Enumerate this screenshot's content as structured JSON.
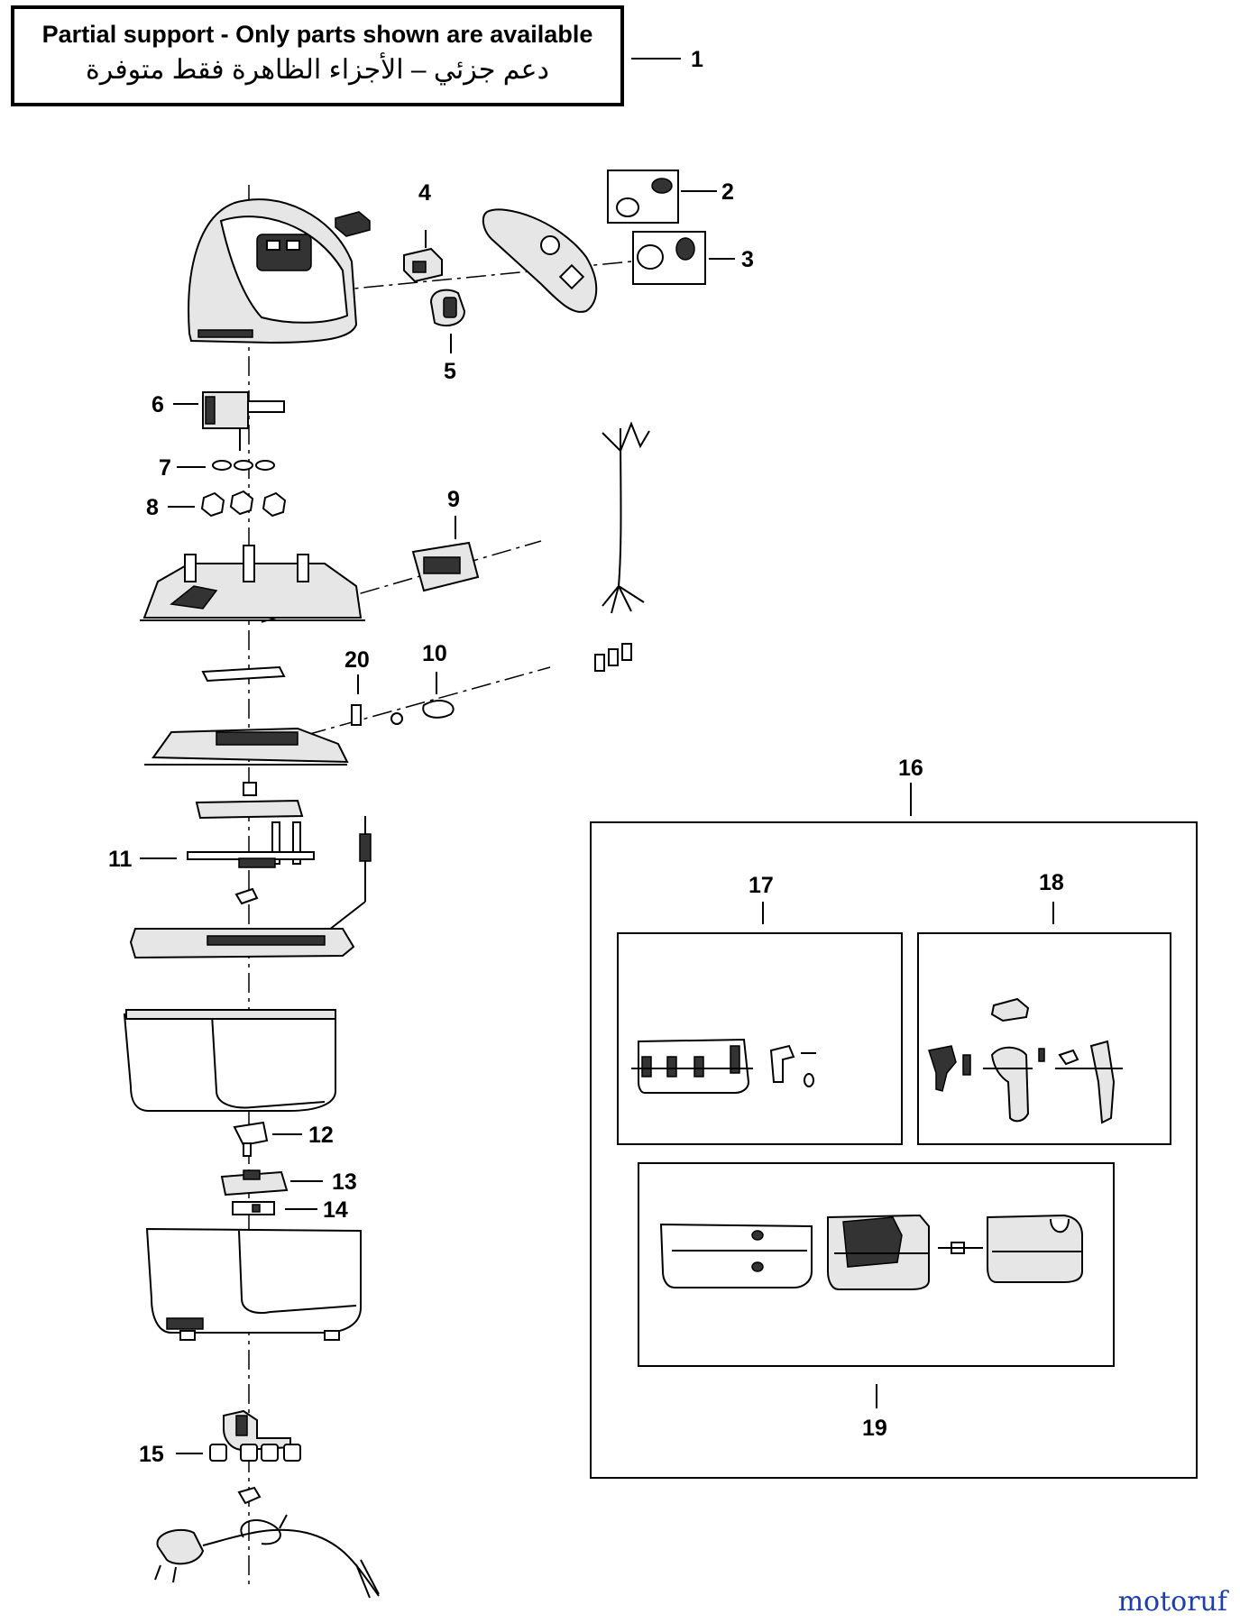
{
  "notice": {
    "english": "Partial support - Only parts shown are available",
    "arabic": "دعم جزئي – الأجزاء الظاهرة فقط متوفرة"
  },
  "callouts": [
    "1",
    "2",
    "3",
    "4",
    "5",
    "6",
    "7",
    "8",
    "9",
    "10",
    "11",
    "12",
    "13",
    "14",
    "15",
    "16",
    "17",
    "18",
    "19",
    "20"
  ],
  "watermark": "motoruf",
  "colors": {
    "ink": "#000000",
    "paper": "#ffffff",
    "watermark_blue": "#1e3ea8"
  }
}
